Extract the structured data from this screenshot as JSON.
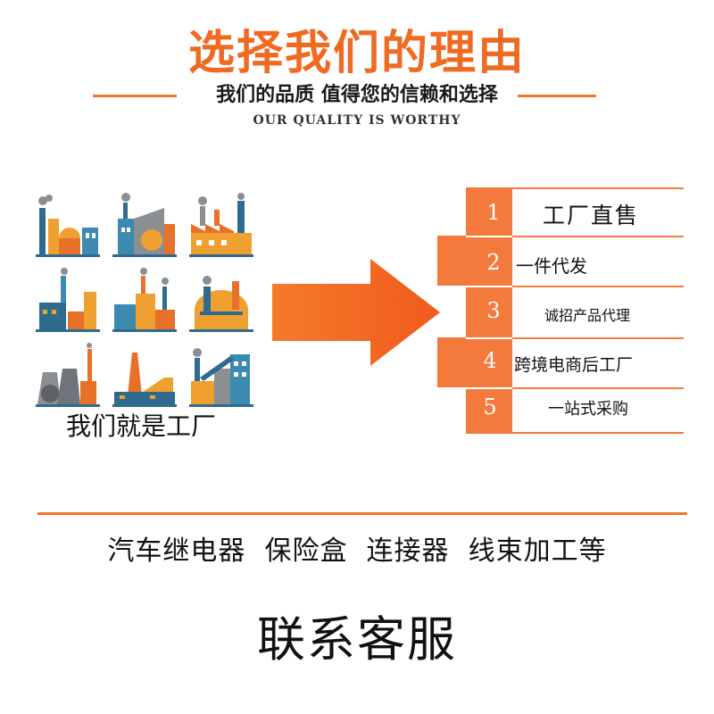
{
  "header": {
    "title": "选择我们的理由",
    "subtitle": "我们的品质 值得您的信赖和选择",
    "subtitle_en": "OUR QUALITY IS WORTHY"
  },
  "factories": {
    "caption": "我们就是工厂",
    "icon_names": [
      "factory-icon",
      "factory-icon",
      "factory-icon",
      "factory-icon",
      "factory-icon",
      "factory-icon",
      "factory-icon",
      "factory-icon",
      "factory-icon"
    ]
  },
  "steps": [
    {
      "number": "1",
      "label": "工厂直售"
    },
    {
      "number": "2",
      "label": "一件代发"
    },
    {
      "number": "3",
      "label": "诚招产品代理"
    },
    {
      "number": "4",
      "label": "跨境电商后工厂"
    },
    {
      "number": "5",
      "label": "一站式采购"
    }
  ],
  "footer": {
    "products": "汽车继电器  保险盒  连接器  线束加工等",
    "contact": "联系客服"
  },
  "colors": {
    "accent": "#f06a22",
    "line": "#f2742e",
    "panel": "#f37a3c",
    "factory_blue": "#2f6b8f",
    "factory_orange": "#f0a030",
    "factory_gray": "#8a8f94"
  }
}
